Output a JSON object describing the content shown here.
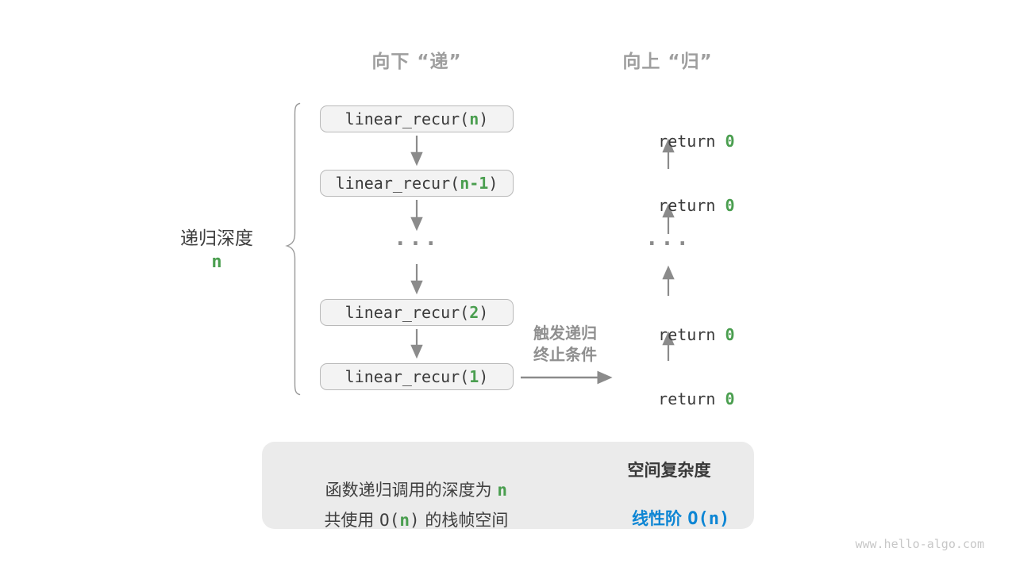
{
  "colors": {
    "green": "#4a9e4f",
    "blue": "#0e86d4",
    "arrow_gray": "#8b8b8b",
    "header_gray": "#9e9e9e",
    "box_fill": "#f3f3f3",
    "box_border": "#b9b9b9",
    "summary_bg": "#ebebeb"
  },
  "headers": {
    "down": "向下 “递”",
    "up": "向上 “归”"
  },
  "stack": {
    "boxes": [
      {
        "fn": "linear_recur(",
        "arg": "n",
        "close": ")"
      },
      {
        "fn": "linear_recur(",
        "arg": "n-1",
        "close": ")"
      },
      {
        "fn": "linear_recur(",
        "arg": "2",
        "close": ")"
      },
      {
        "fn": "linear_recur(",
        "arg": "1",
        "close": ")"
      }
    ],
    "ellipsis": "...",
    "returns": [
      {
        "kw": "return ",
        "val": "0"
      },
      {
        "kw": "return ",
        "val": "0"
      },
      {
        "kw": "return ",
        "val": "0"
      },
      {
        "kw": "return ",
        "val": "0"
      }
    ]
  },
  "depth": {
    "label": "递归深度",
    "value": "n"
  },
  "trigger": {
    "line1": "触发递归",
    "line2": "终止条件"
  },
  "summary": {
    "line1_text": "函数递归调用的深度为 ",
    "line1_value": "n",
    "line2_pre": "共使用 ",
    "line2_o_open": "O(",
    "line2_o_n": "n",
    "line2_o_close": ")",
    "line2_post": " 的栈帧空间",
    "result_title": "空间复杂度",
    "result_level": "线性阶 ",
    "result_notation": "O(n)"
  },
  "watermark": "www.hello-algo.com"
}
